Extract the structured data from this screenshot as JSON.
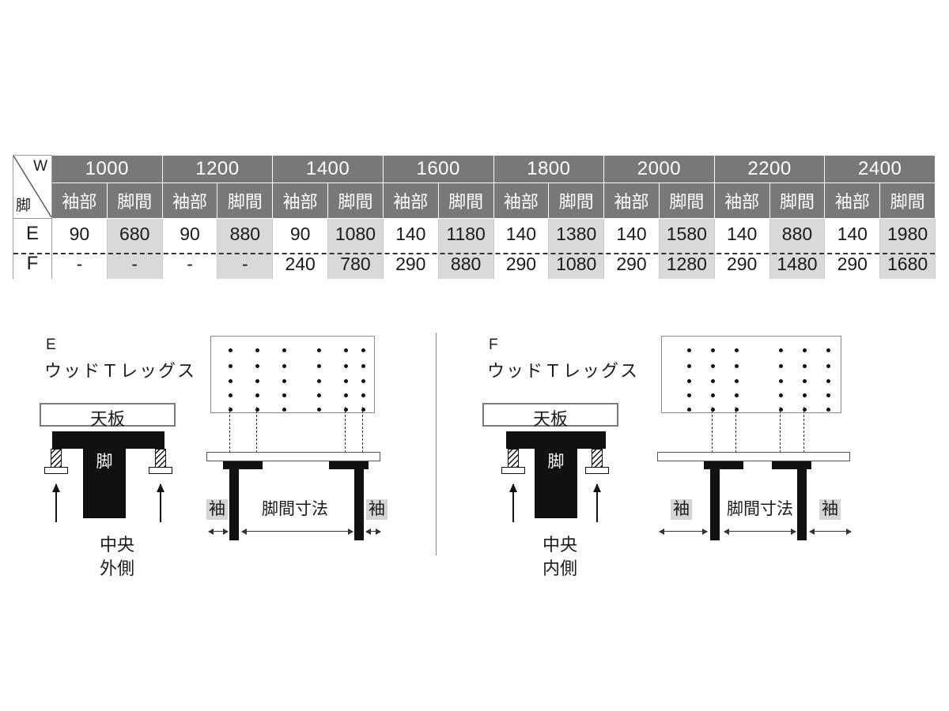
{
  "table": {
    "corner": {
      "width_label": "W",
      "leg_label": "脚"
    },
    "width_headers": [
      "1000",
      "1200",
      "1400",
      "1600",
      "1800",
      "2000",
      "2200",
      "2400"
    ],
    "sub_headers": [
      "袖部",
      "脚間"
    ],
    "rows": [
      {
        "label": "E",
        "cells": [
          "90",
          "680",
          "90",
          "880",
          "90",
          "1080",
          "140",
          "1180",
          "140",
          "1380",
          "140",
          "1580",
          "140",
          "880",
          "140",
          "1980"
        ]
      },
      {
        "label": "F",
        "cells": [
          "-",
          "-",
          "-",
          "-",
          "240",
          "780",
          "290",
          "880",
          "290",
          "1080",
          "290",
          "1280",
          "290",
          "1480",
          "290",
          "1680"
        ]
      }
    ]
  },
  "diagrams": [
    {
      "type_letter": "E",
      "type_name": "ウッドＴレッグス",
      "top_board_label": "天板",
      "leg_label": "脚",
      "position_line1": "中央",
      "position_line2": "外側",
      "sleeve_label_left": "袖",
      "sleeve_label_right": "袖",
      "span_label": "脚間寸法"
    },
    {
      "type_letter": "F",
      "type_name": "ウッドＴレッグス",
      "top_board_label": "天板",
      "leg_label": "脚",
      "position_line1": "中央",
      "position_line2": "内側",
      "sleeve_label_left": "袖",
      "sleeve_label_right": "袖",
      "span_label": "脚間寸法"
    }
  ],
  "colors": {
    "header_gray": "#787878",
    "shade_gray": "#d9d9d9",
    "leg_black": "#111111",
    "tag_gray": "#d5d5d5"
  }
}
